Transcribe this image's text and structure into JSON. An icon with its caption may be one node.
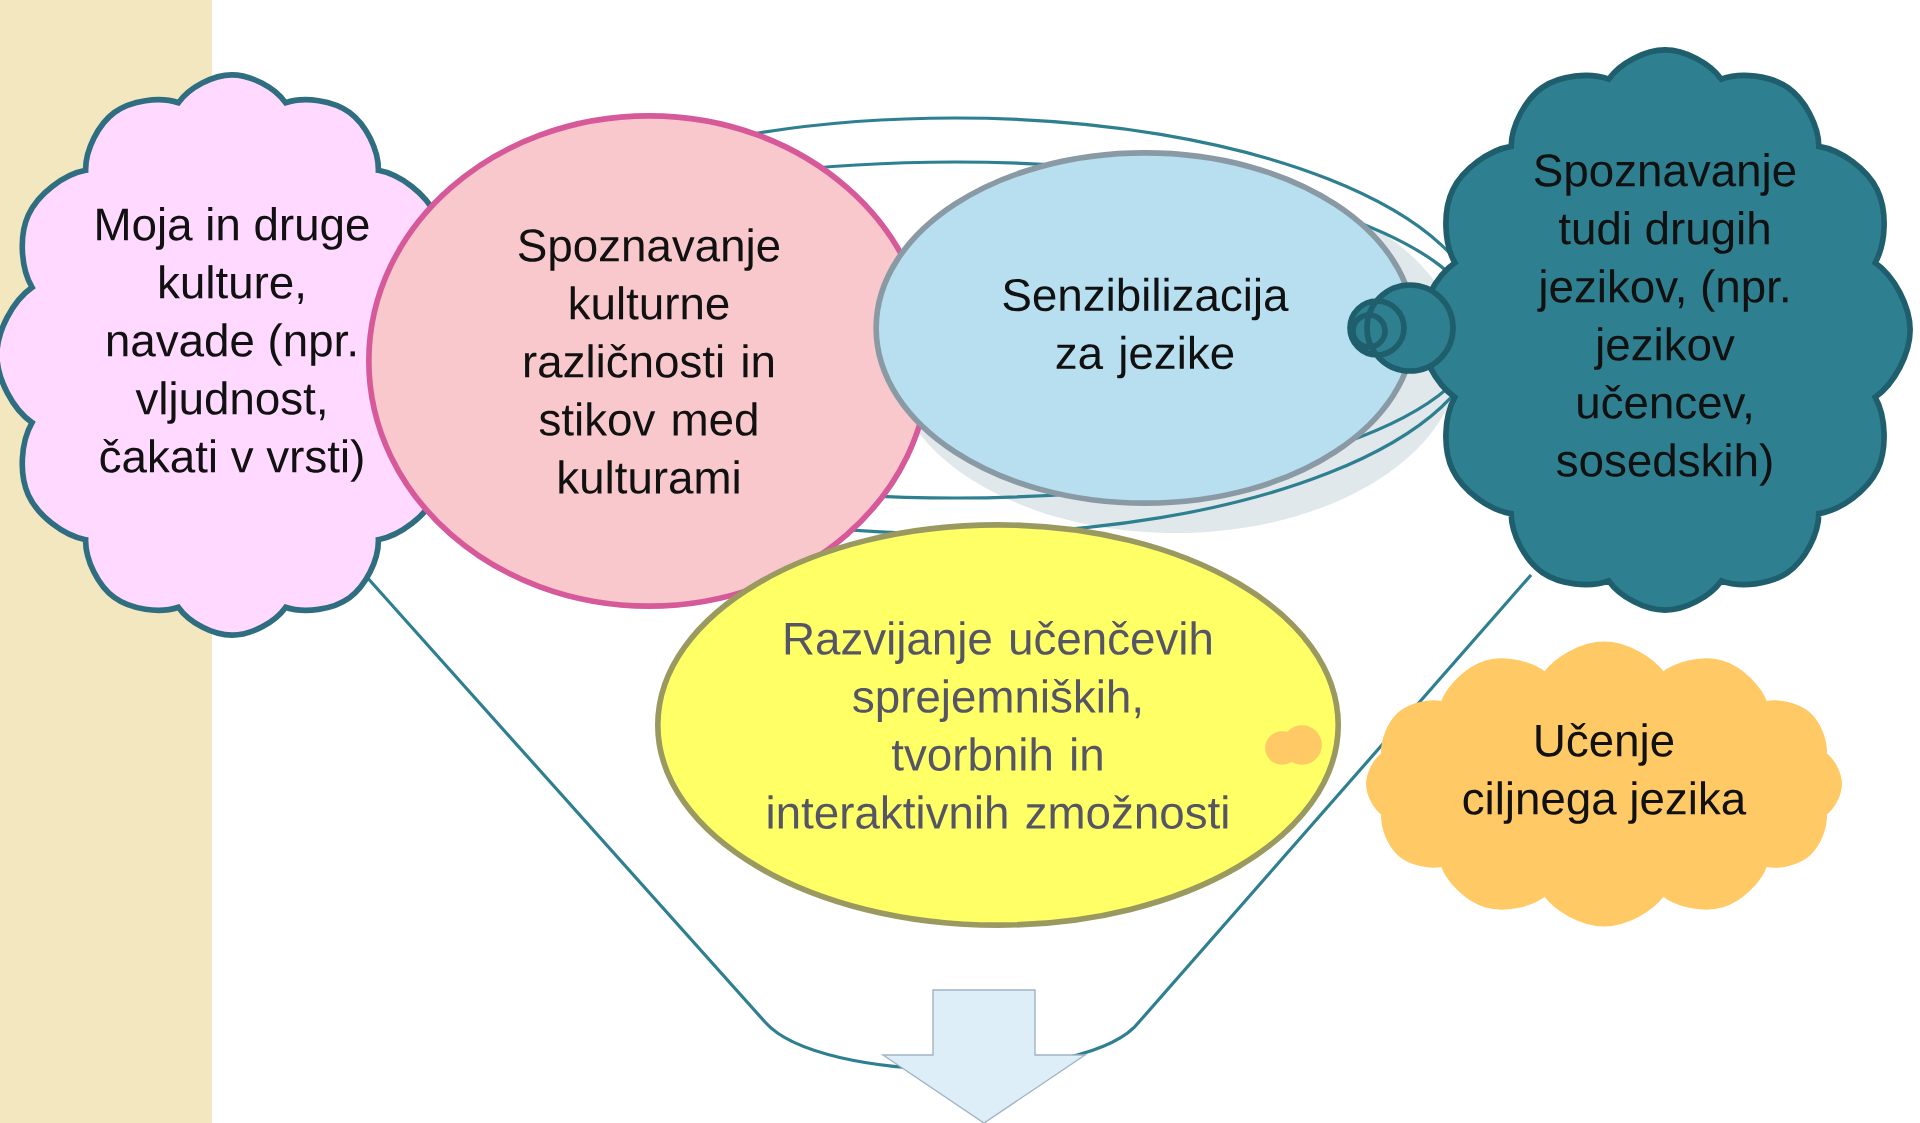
{
  "diagram": {
    "nodes": [
      {
        "text": [
          "Moja in druge kulture, navade (npr. vljudnost, čakati v vrsti)"
        ]
      },
      {
        "text": [
          "Spoznavanje kulturne različnosti in stikov med kulturami"
        ]
      },
      {
        "text": [
          "Senzibilizacija za jezike"
        ]
      },
      {
        "text": [
          "Spoznavanje tudi drugih jezikov, (npr. jezikov učencev, sosedskih)"
        ]
      },
      {
        "text": [
          "Razvijanje učenčevih sprejemniških, tvorbnih in interaktivnih zmožnosti"
        ]
      },
      {
        "text": [
          "Učenje ciljnega jezika"
        ]
      }
    ],
    "edges": []
  }
}
